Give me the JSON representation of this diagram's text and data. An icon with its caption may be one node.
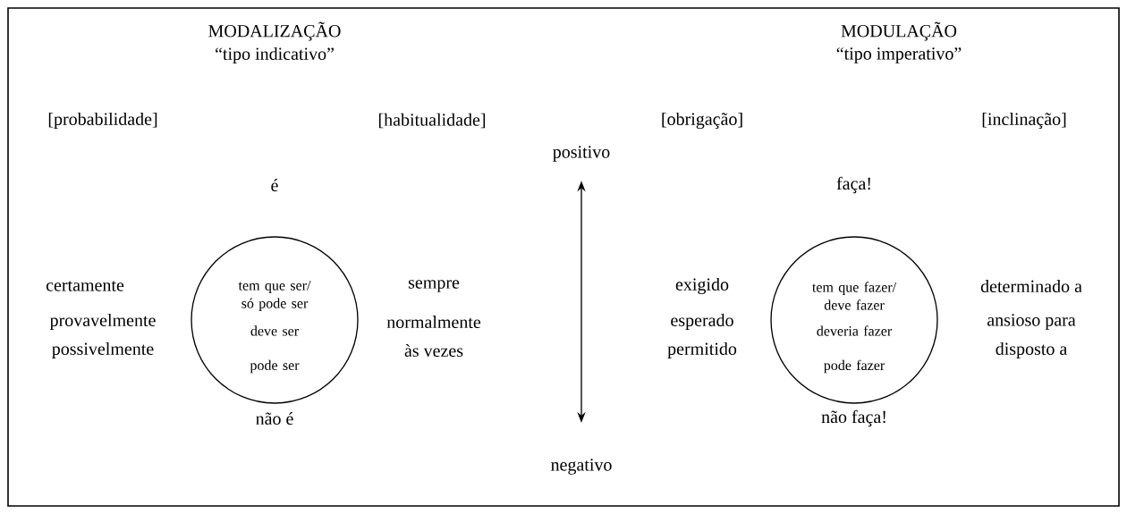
{
  "diagram": {
    "nodes": [
      {
        "text": [
          "positivo"
        ]
      },
      {
        "text": [
          "negativo"
        ]
      },
      {
        "text": [
          "tem que ser/ só pode ser",
          "deve ser",
          "pode ser"
        ]
      },
      {
        "text": [
          "tem que fazer/ deve fazer",
          "deveria fazer",
          "pode fazer"
        ]
      }
    ],
    "edges": [
      {
        "from": 0,
        "to": 1,
        "arrow": "both"
      }
    ],
    "labels": [
      "MODALIZAÇÃO",
      "MODULAÇÃO",
      "“tipo indicativo”",
      "“tipo imperativo”",
      "[probabilidade]",
      "[habitualidade]",
      "[obrigação]",
      "[inclinação]",
      "é",
      "faça!",
      "certamente",
      "sempre",
      "exigido",
      "determinado a",
      "provavelmente",
      "normalmente",
      "esperado",
      "ansioso para",
      "possivelmente",
      "às vezes",
      "permitido",
      "disposto a",
      "não é",
      "não faça!"
    ]
  }
}
